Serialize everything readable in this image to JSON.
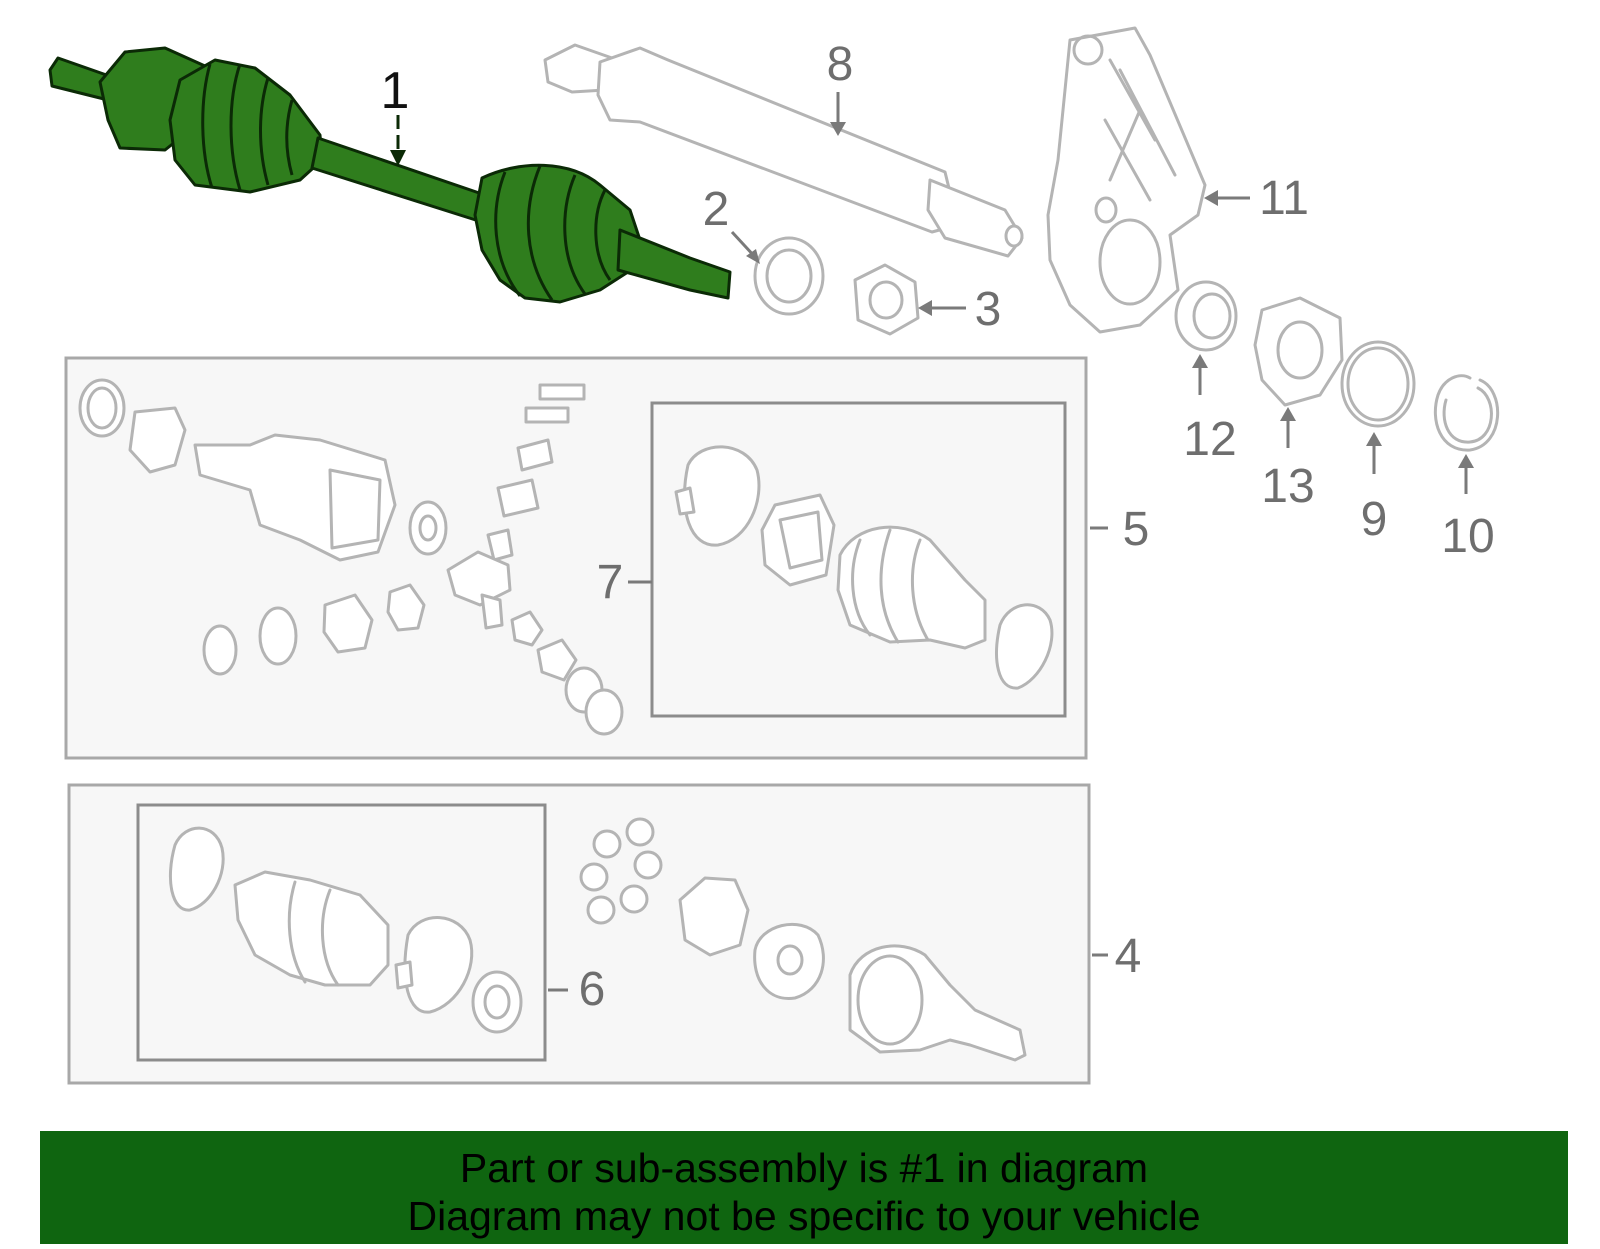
{
  "callouts": {
    "n1": "1",
    "n2": "2",
    "n3": "3",
    "n4": "4",
    "n5": "5",
    "n6": "6",
    "n7": "7",
    "n8": "8",
    "n9": "9",
    "n10": "10",
    "n11": "11",
    "n12": "12",
    "n13": "13"
  },
  "highlighted_part": "1",
  "colors": {
    "highlight": "#2f7d1d",
    "banner": "#0f6510",
    "line_art": "#b4b4b4"
  },
  "banner": {
    "line1": "Part or sub-assembly is #1 in diagram",
    "line2": "Diagram may not be specific to your vehicle"
  }
}
